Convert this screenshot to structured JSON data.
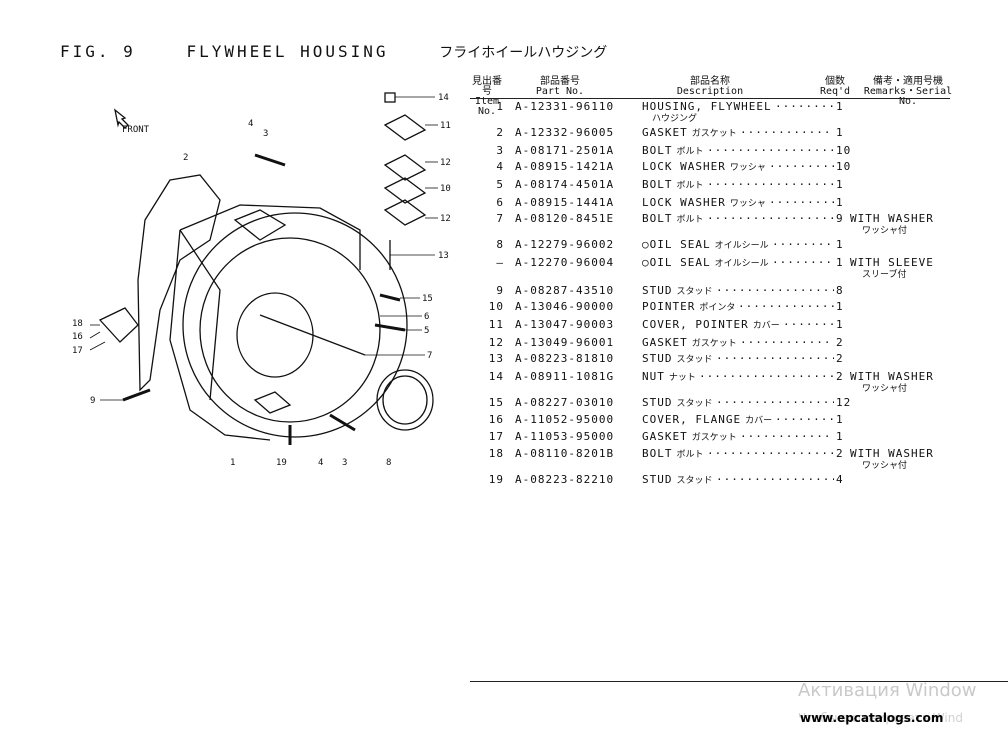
{
  "figure": {
    "number": "FIG. 9",
    "title_en": "FLYWHEEL HOUSING",
    "title_jp": "フライホイールハウジング"
  },
  "table_headers": {
    "item_jp": "見出番号",
    "item_en": "Item No.",
    "part_jp": "部品番号",
    "part_en": "Part No.",
    "desc_jp": "部品名称",
    "desc_en": "Description",
    "qty_jp": "個数",
    "qty_en": "Req'd",
    "rem_jp": "備考・適用号機",
    "rem_en": "Remarks・Serial No."
  },
  "parts": [
    {
      "item": "1",
      "part": "A-12331-96110",
      "desc": "HOUSING, FLYWHEEL",
      "desc_jp": "",
      "sub_jp": "ハウジング",
      "qty": "1",
      "remark": "",
      "remark_jp": ""
    },
    {
      "item": "2",
      "part": "A-12332-96005",
      "desc": "GASKET",
      "desc_jp": "ガスケット",
      "sub_jp": "",
      "qty": "1",
      "remark": "",
      "remark_jp": ""
    },
    {
      "item": "3",
      "part": "A-08171-2501A",
      "desc": "BOLT",
      "desc_jp": "ボルト",
      "sub_jp": "",
      "qty": "10",
      "remark": "",
      "remark_jp": ""
    },
    {
      "item": "4",
      "part": "A-08915-1421A",
      "desc": "LOCK WASHER",
      "desc_jp": "ワッシャ",
      "sub_jp": "",
      "qty": "10",
      "remark": "",
      "remark_jp": ""
    },
    {
      "item": "5",
      "part": "A-08174-4501A",
      "desc": "BOLT",
      "desc_jp": "ボルト",
      "sub_jp": "",
      "qty": "1",
      "remark": "",
      "remark_jp": ""
    },
    {
      "item": "6",
      "part": "A-08915-1441A",
      "desc": "LOCK WASHER",
      "desc_jp": "ワッシャ",
      "sub_jp": "",
      "qty": "1",
      "remark": "",
      "remark_jp": ""
    },
    {
      "item": "7",
      "part": "A-08120-8451E",
      "desc": "BOLT",
      "desc_jp": "ボルト",
      "sub_jp": "",
      "qty": "9",
      "remark": "WITH WASHER",
      "remark_jp": "ワッシャ付"
    },
    {
      "item": "8",
      "part": "A-12279-96002",
      "desc": "○OIL SEAL",
      "desc_jp": "オイルシール",
      "sub_jp": "",
      "qty": "1",
      "remark": "",
      "remark_jp": ""
    },
    {
      "item": "—",
      "part": "A-12270-96004",
      "desc": "○OIL SEAL",
      "desc_jp": "オイルシール",
      "sub_jp": "",
      "qty": "1",
      "remark": "WITH SLEEVE",
      "remark_jp": "スリーブ付"
    },
    {
      "item": "9",
      "part": "A-08287-43510",
      "desc": "STUD",
      "desc_jp": "スタッド",
      "sub_jp": "",
      "qty": "8",
      "remark": "",
      "remark_jp": ""
    },
    {
      "item": "10",
      "part": "A-13046-90000",
      "desc": "POINTER",
      "desc_jp": "ポインタ",
      "sub_jp": "",
      "qty": "1",
      "remark": "",
      "remark_jp": ""
    },
    {
      "item": "11",
      "part": "A-13047-90003",
      "desc": "COVER, POINTER",
      "desc_jp": "カバー",
      "sub_jp": "",
      "qty": "1",
      "remark": "",
      "remark_jp": ""
    },
    {
      "item": "12",
      "part": "A-13049-96001",
      "desc": "GASKET",
      "desc_jp": "ガスケット",
      "sub_jp": "",
      "qty": "2",
      "remark": "",
      "remark_jp": ""
    },
    {
      "item": "13",
      "part": "A-08223-81810",
      "desc": "STUD",
      "desc_jp": "スタッド",
      "sub_jp": "",
      "qty": "2",
      "remark": "",
      "remark_jp": ""
    },
    {
      "item": "14",
      "part": "A-08911-1081G",
      "desc": "NUT",
      "desc_jp": "ナット",
      "sub_jp": "",
      "qty": "2",
      "remark": "WITH WASHER",
      "remark_jp": "ワッシャ付"
    },
    {
      "item": "15",
      "part": "A-08227-03010",
      "desc": "STUD",
      "desc_jp": "スタッド",
      "sub_jp": "",
      "qty": "12",
      "remark": "",
      "remark_jp": ""
    },
    {
      "item": "16",
      "part": "A-11052-95000",
      "desc": "COVER, FLANGE",
      "desc_jp": "カバー",
      "sub_jp": "",
      "qty": "1",
      "remark": "",
      "remark_jp": ""
    },
    {
      "item": "17",
      "part": "A-11053-95000",
      "desc": "GASKET",
      "desc_jp": "ガスケット",
      "sub_jp": "",
      "qty": "1",
      "remark": "",
      "remark_jp": ""
    },
    {
      "item": "18",
      "part": "A-08110-8201B",
      "desc": "BOLT",
      "desc_jp": "ボルト",
      "sub_jp": "",
      "qty": "2",
      "remark": "WITH WASHER",
      "remark_jp": "ワッシャ付"
    },
    {
      "item": "19",
      "part": "A-08223-82210",
      "desc": "STUD",
      "desc_jp": "スタッド",
      "sub_jp": "",
      "qty": "4",
      "remark": "",
      "remark_jp": ""
    }
  ],
  "diagram_labels": {
    "front": "FRONT",
    "callouts": [
      "14",
      "11",
      "12",
      "10",
      "12",
      "13",
      "15",
      "6",
      "5",
      "7",
      "8",
      "3",
      "4",
      "19",
      "1",
      "9",
      "17",
      "16",
      "18",
      "2",
      "4",
      "3"
    ]
  },
  "watermark": {
    "line1": "Активация Window",
    "line2": "Чтобы активировать Wind",
    "site": "www.epcatalogs.com"
  },
  "colors": {
    "ink": "#111111",
    "watermark": "#c9c9c9",
    "background": "#ffffff"
  }
}
